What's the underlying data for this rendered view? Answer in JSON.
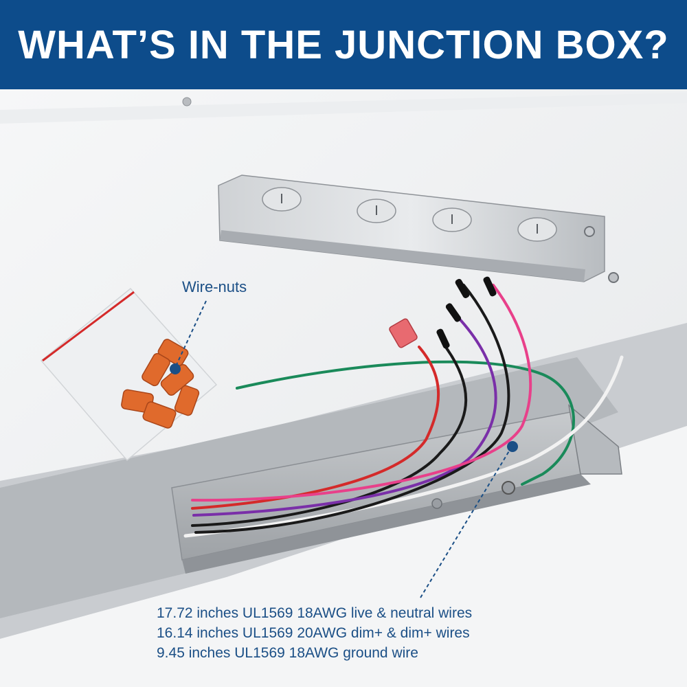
{
  "banner": {
    "title": "WHAT’S IN THE JUNCTION BOX?"
  },
  "callouts": {
    "wire_nuts": "Wire-nuts",
    "specs": [
      "17.72 inches UL1569 18AWG live & neutral wires",
      "16.14 inches UL1569 20AWG dim+ & dim+ wires",
      "9.45 inches UL1569 18AWG ground wire"
    ]
  },
  "colors": {
    "banner": "#0d4c8b",
    "callout_text": "#1b4f86",
    "wire_red": "#d42a2a",
    "wire_black": "#1a1a1a",
    "wire_purple": "#7a2fa8",
    "wire_pink": "#e8408a",
    "wire_green": "#1a8a5a",
    "wire_white": "#f2f2f2",
    "wire_nut_orange": "#e06a2c"
  }
}
